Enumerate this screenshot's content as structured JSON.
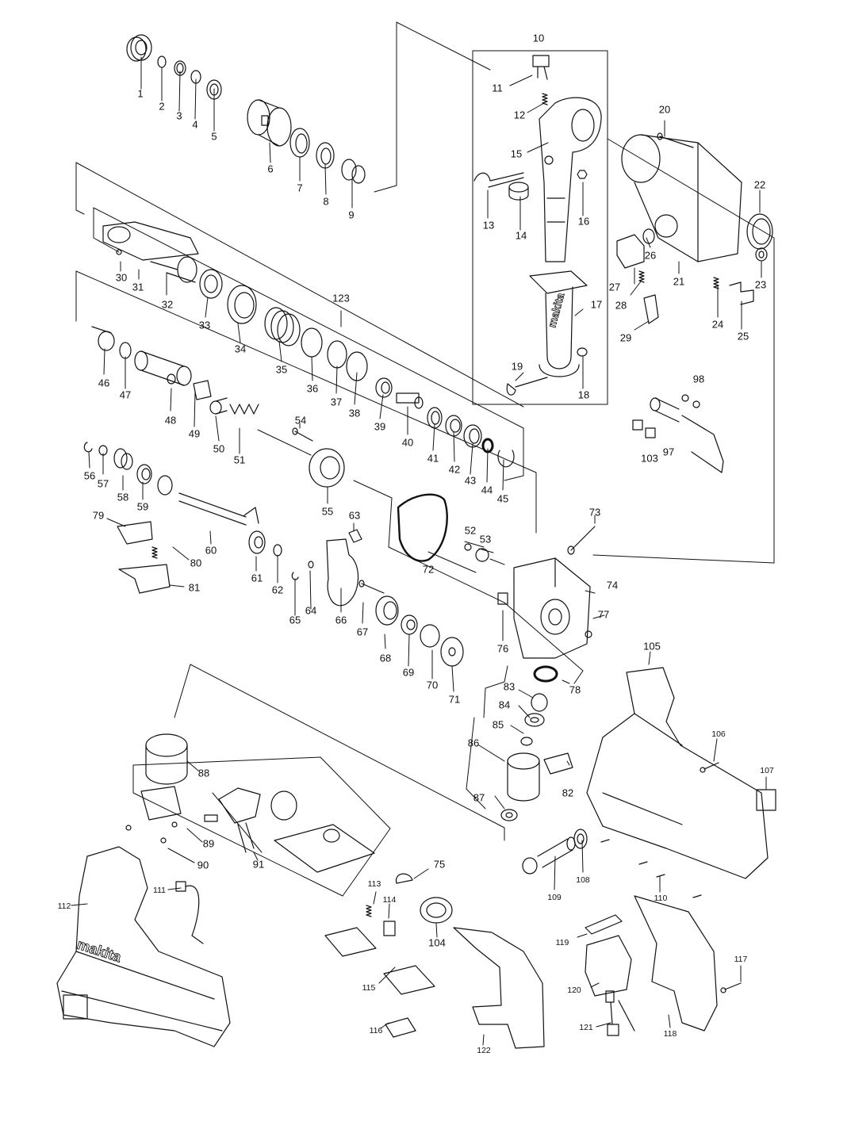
{
  "diagram": {
    "parts": [
      {
        "num": "1"
      },
      {
        "num": "2"
      },
      {
        "num": "3"
      },
      {
        "num": "4"
      },
      {
        "num": "5"
      },
      {
        "num": "6"
      },
      {
        "num": "7"
      },
      {
        "num": "8"
      },
      {
        "num": "9"
      },
      {
        "num": "10"
      },
      {
        "num": "11"
      },
      {
        "num": "12"
      },
      {
        "num": "13"
      },
      {
        "num": "14"
      },
      {
        "num": "15"
      },
      {
        "num": "16"
      },
      {
        "num": "17"
      },
      {
        "num": "18"
      },
      {
        "num": "19"
      },
      {
        "num": "20"
      },
      {
        "num": "21"
      },
      {
        "num": "22"
      },
      {
        "num": "23"
      },
      {
        "num": "24"
      },
      {
        "num": "25"
      },
      {
        "num": "26"
      },
      {
        "num": "27"
      },
      {
        "num": "28"
      },
      {
        "num": "29"
      },
      {
        "num": "30"
      },
      {
        "num": "31"
      },
      {
        "num": "32"
      },
      {
        "num": "33"
      },
      {
        "num": "34"
      },
      {
        "num": "35"
      },
      {
        "num": "36"
      },
      {
        "num": "37"
      },
      {
        "num": "38"
      },
      {
        "num": "39"
      },
      {
        "num": "40"
      },
      {
        "num": "41"
      },
      {
        "num": "42"
      },
      {
        "num": "43"
      },
      {
        "num": "44"
      },
      {
        "num": "45"
      },
      {
        "num": "46"
      },
      {
        "num": "47"
      },
      {
        "num": "48"
      },
      {
        "num": "49"
      },
      {
        "num": "50"
      },
      {
        "num": "51"
      },
      {
        "num": "52"
      },
      {
        "num": "53"
      },
      {
        "num": "54"
      },
      {
        "num": "55"
      },
      {
        "num": "56"
      },
      {
        "num": "57"
      },
      {
        "num": "58"
      },
      {
        "num": "59"
      },
      {
        "num": "60"
      },
      {
        "num": "61"
      },
      {
        "num": "62"
      },
      {
        "num": "63"
      },
      {
        "num": "64"
      },
      {
        "num": "65"
      },
      {
        "num": "66"
      },
      {
        "num": "67"
      },
      {
        "num": "68"
      },
      {
        "num": "69"
      },
      {
        "num": "70"
      },
      {
        "num": "71"
      },
      {
        "num": "72"
      },
      {
        "num": "73"
      },
      {
        "num": "74"
      },
      {
        "num": "75"
      },
      {
        "num": "76"
      },
      {
        "num": "77"
      },
      {
        "num": "78"
      },
      {
        "num": "79"
      },
      {
        "num": "80"
      },
      {
        "num": "81"
      },
      {
        "num": "82"
      },
      {
        "num": "83"
      },
      {
        "num": "84"
      },
      {
        "num": "85"
      },
      {
        "num": "86"
      },
      {
        "num": "87"
      },
      {
        "num": "88"
      },
      {
        "num": "89"
      },
      {
        "num": "90"
      },
      {
        "num": "91"
      },
      {
        "num": "97"
      },
      {
        "num": "98"
      },
      {
        "num": "103"
      },
      {
        "num": "104"
      },
      {
        "num": "105"
      },
      {
        "num": "106"
      },
      {
        "num": "107"
      },
      {
        "num": "108"
      },
      {
        "num": "109"
      },
      {
        "num": "110"
      },
      {
        "num": "111"
      },
      {
        "num": "112"
      },
      {
        "num": "113"
      },
      {
        "num": "114"
      },
      {
        "num": "115"
      },
      {
        "num": "116"
      },
      {
        "num": "117"
      },
      {
        "num": "118"
      },
      {
        "num": "119"
      },
      {
        "num": "120"
      },
      {
        "num": "121"
      },
      {
        "num": "122"
      },
      {
        "num": "123"
      }
    ],
    "brand_marks": [
      "makita",
      "makita"
    ],
    "colors": {
      "ink": "#111111",
      "paper": "#ffffff"
    }
  }
}
